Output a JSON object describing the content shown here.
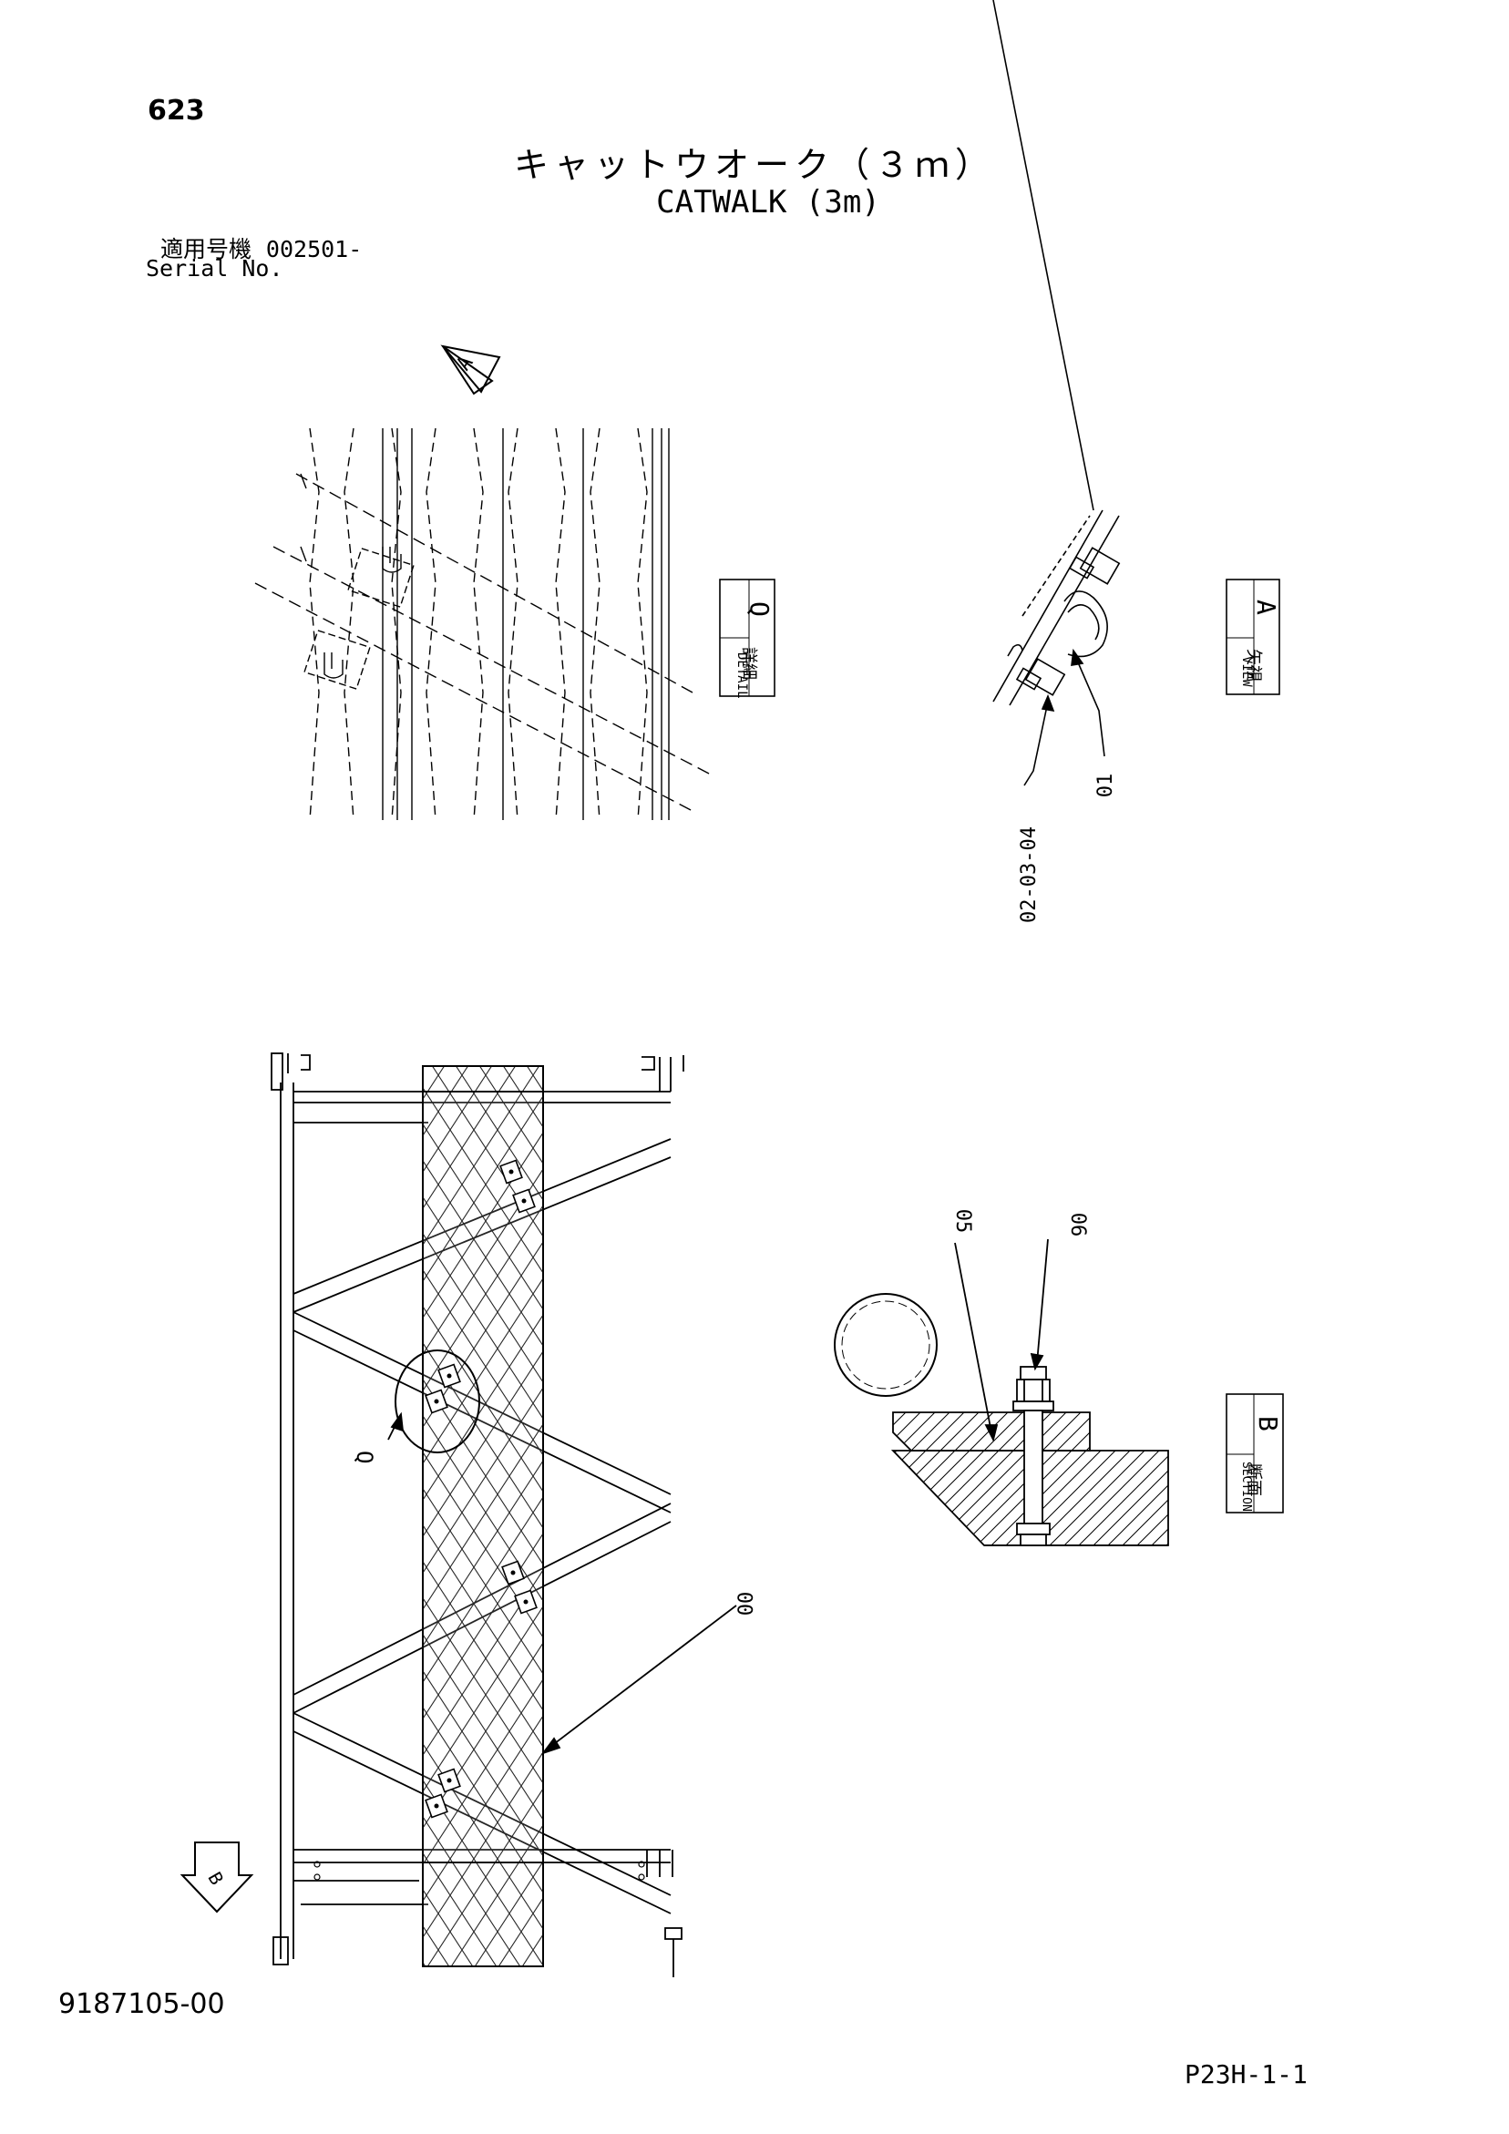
{
  "header": {
    "page_number": "623",
    "title_jp": "キャットウオーク（３ｍ）",
    "title_en": "CATWALK (3m)",
    "serial_label_jp": "適用号機",
    "serial_value": "002501-",
    "serial_label_en": "Serial No."
  },
  "views": {
    "view_marker_a": "A",
    "view_marker_b": "B",
    "detail": {
      "letter": "Q",
      "jp": "詳細",
      "en": "DETAIL"
    },
    "view": {
      "letter": "A",
      "jp": "矢視",
      "en": "VIEW"
    },
    "section": {
      "letter": "B",
      "jp": "断面",
      "en": "SECTION"
    },
    "detail_callout": "Q"
  },
  "part_labels": {
    "p00": "00",
    "p01": "01",
    "p02_03_04": "02-03-04",
    "p05": "05",
    "p06": "06"
  },
  "footer": {
    "doc_code": "9187105-00",
    "page_code": "P23H-1-1"
  }
}
